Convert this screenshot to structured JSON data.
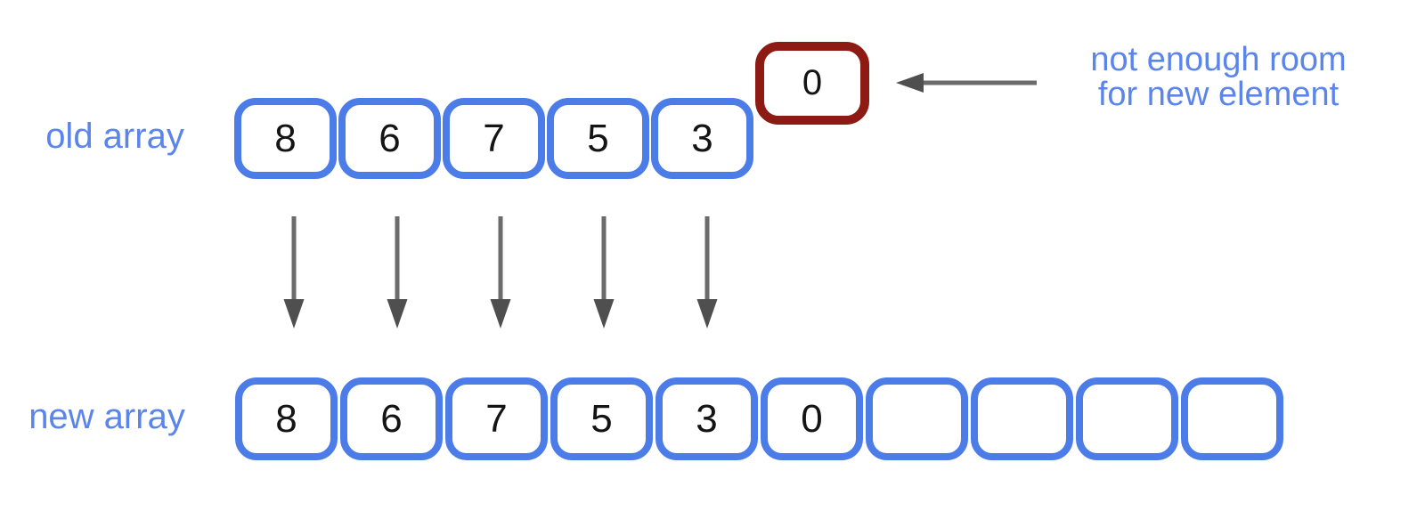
{
  "diagram": {
    "old_array": {
      "label": "old array",
      "cells": [
        "8",
        "6",
        "7",
        "5",
        "3"
      ]
    },
    "overflow_cell": {
      "value": "0"
    },
    "annotation": {
      "line1": "not enough room",
      "line2": "for new element"
    },
    "new_array": {
      "label": "new array",
      "cells": [
        "8",
        "6",
        "7",
        "5",
        "3",
        "0",
        "",
        "",
        "",
        ""
      ]
    },
    "copy_arrows": [
      "",
      "",
      "",
      "",
      ""
    ]
  },
  "colors": {
    "cell_border_blue": "#4B7CE8",
    "label_blue": "#5B85EA",
    "overflow_red": "#8E1B13",
    "arrow_shaft": "#6B6B6B",
    "arrow_head": "#4F4F4F",
    "digit_black": "#141414",
    "background": "#FFFFFF"
  }
}
